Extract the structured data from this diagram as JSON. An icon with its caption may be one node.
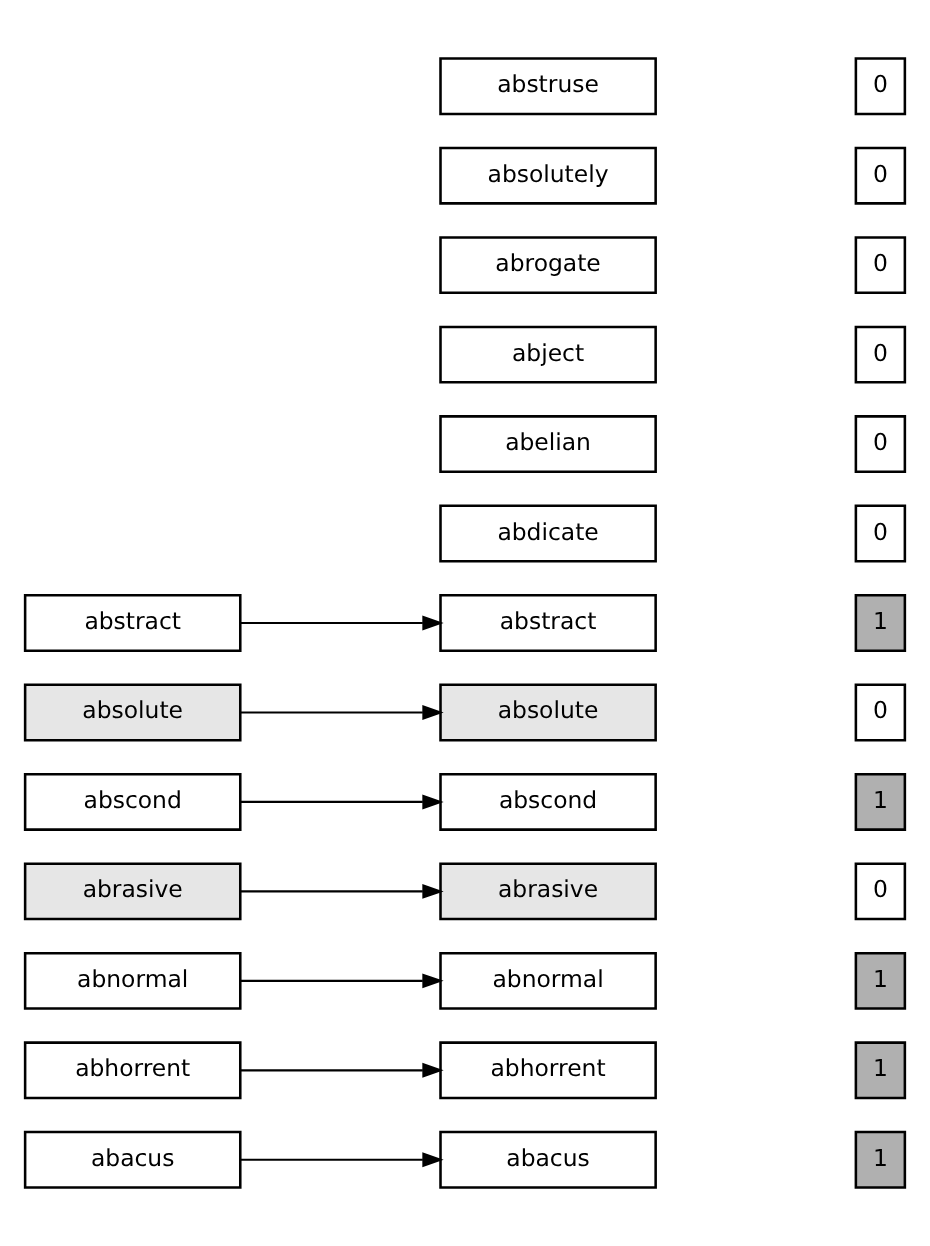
{
  "diagram": {
    "nodes": [
      {
        "text": [
          "abacus"
        ]
      },
      {
        "text": [
          "abhorrent"
        ]
      },
      {
        "text": [
          "abnormal"
        ]
      },
      {
        "text": [
          "abrasive"
        ]
      },
      {
        "text": [
          "abscond"
        ]
      },
      {
        "text": [
          "absolute"
        ]
      },
      {
        "text": [
          "abstract"
        ]
      },
      {
        "text": [
          "abacus"
        ]
      },
      {
        "text": [
          "abdicate"
        ]
      },
      {
        "text": [
          "abelian"
        ]
      },
      {
        "text": [
          "abhorrent"
        ]
      },
      {
        "text": [
          "abject"
        ]
      },
      {
        "text": [
          "abnormal"
        ]
      },
      {
        "text": [
          "abrasive"
        ]
      },
      {
        "text": [
          "abrogate"
        ]
      },
      {
        "text": [
          "abscond"
        ]
      },
      {
        "text": [
          "absolute"
        ]
      },
      {
        "text": [
          "absolutely"
        ]
      },
      {
        "text": [
          "abstract"
        ]
      },
      {
        "text": [
          "abstruse"
        ]
      },
      {
        "text": [
          "1"
        ]
      },
      {
        "text": [
          "0"
        ]
      },
      {
        "text": [
          "0"
        ]
      },
      {
        "text": [
          "1"
        ]
      },
      {
        "text": [
          "0"
        ]
      },
      {
        "text": [
          "1"
        ]
      },
      {
        "text": [
          "0"
        ]
      },
      {
        "text": [
          "0"
        ]
      },
      {
        "text": [
          "1"
        ]
      },
      {
        "text": [
          "0"
        ]
      },
      {
        "text": [
          "0"
        ]
      },
      {
        "text": [
          "1"
        ]
      },
      {
        "text": [
          "0"
        ]
      }
    ],
    "edges": [
      {
        "from": 0,
        "to": 7,
        "arrow": "to"
      },
      {
        "from": 1,
        "to": 10,
        "arrow": "to"
      },
      {
        "from": 2,
        "to": 12,
        "arrow": "to"
      },
      {
        "from": 3,
        "to": 13,
        "arrow": "to"
      },
      {
        "from": 4,
        "to": 15,
        "arrow": "to"
      },
      {
        "from": 5,
        "to": 16,
        "arrow": "to"
      },
      {
        "from": 6,
        "to": 18,
        "arrow": "to"
      }
    ]
  }
}
